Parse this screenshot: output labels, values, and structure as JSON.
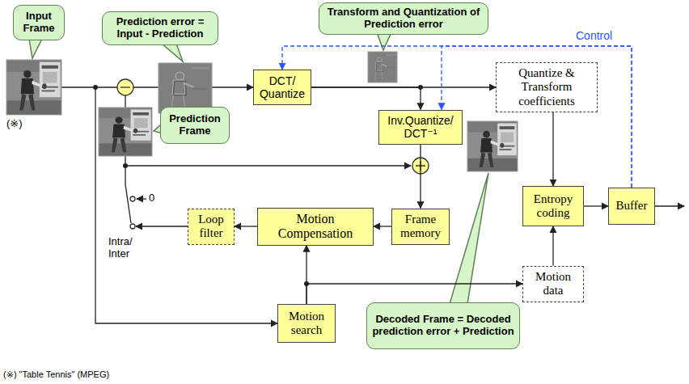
{
  "diagram": {
    "nodes": [
      {
        "text": [
          "Input Frame"
        ]
      },
      {
        "text": [
          "Prediction error = Input - Prediction"
        ]
      },
      {
        "text": [
          "Transform and Quantization of Prediction error"
        ]
      },
      {
        "text": [
          "DCT/ Quantize"
        ]
      },
      {
        "text": [
          "Quantize & Transform coefficients"
        ]
      },
      {
        "text": [
          "Prediction Frame"
        ]
      },
      {
        "text": [
          "Inv.Quantize/ DCT⁻¹"
        ]
      },
      {
        "text": [
          "Entropy coding"
        ]
      },
      {
        "text": [
          "Buffer"
        ]
      },
      {
        "text": [
          "Loop filter"
        ]
      },
      {
        "text": [
          "Motion Compensation"
        ]
      },
      {
        "text": [
          "Frame memory"
        ]
      },
      {
        "text": [
          "Motion data"
        ]
      },
      {
        "text": [
          "Motion search"
        ]
      },
      {
        "text": [
          "Decoded Frame = Decoded prediction error + Prediction"
        ]
      }
    ],
    "edges": [
      {
        "from": 3,
        "to": 6,
        "arrow": "to"
      },
      {
        "from": 3,
        "to": 4,
        "arrow": "to"
      },
      {
        "from": 4,
        "to": 7,
        "arrow": "to"
      },
      {
        "from": 7,
        "to": 8,
        "arrow": "to"
      },
      {
        "from": 12,
        "to": 7,
        "arrow": "to"
      },
      {
        "from": 6,
        "to": 11,
        "arrow": "to"
      },
      {
        "from": 11,
        "to": 10,
        "arrow": "to"
      },
      {
        "from": 10,
        "to": 9,
        "arrow": "to"
      },
      {
        "from": 13,
        "to": 10,
        "arrow": "to"
      },
      {
        "from": 13,
        "to": 12,
        "arrow": "to"
      },
      {
        "from": 8,
        "to": 3,
        "arrow": "to"
      },
      {
        "from": 8,
        "to": 6,
        "arrow": "to"
      }
    ],
    "labels": [
      "(※)",
      "Control",
      "0",
      "Intra/ Inter",
      "(※) \"Table Tennis\" (MPEG)"
    ]
  }
}
